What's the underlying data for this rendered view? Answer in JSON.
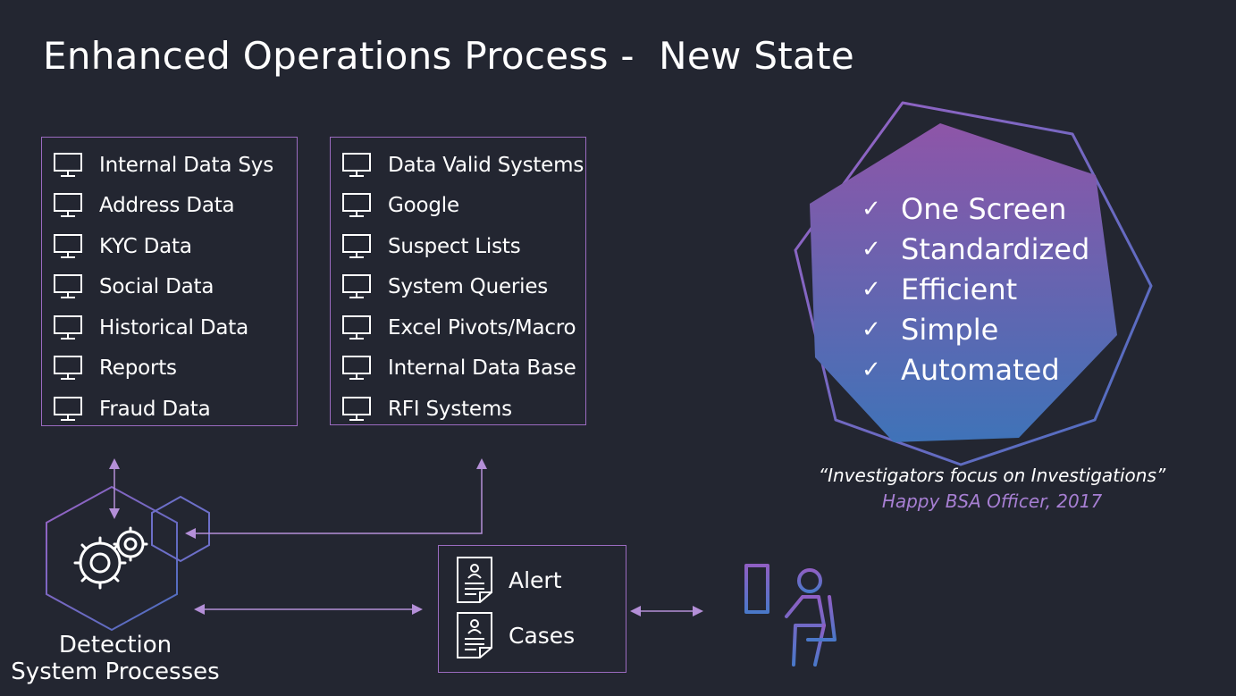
{
  "title": "Enhanced Operations Process -  New State",
  "left_box": {
    "items": [
      {
        "icon": "monitor-icon",
        "label": "Internal Data Sys"
      },
      {
        "icon": "monitor-icon",
        "label": "Address Data"
      },
      {
        "icon": "monitor-icon",
        "label": "KYC Data"
      },
      {
        "icon": "monitor-icon",
        "label": "Social Data"
      },
      {
        "icon": "monitor-icon",
        "label": "Historical Data"
      },
      {
        "icon": "monitor-icon",
        "label": "Reports"
      },
      {
        "icon": "monitor-icon",
        "label": "Fraud Data"
      }
    ]
  },
  "right_box": {
    "items": [
      {
        "icon": "monitor-icon",
        "label": "Data Valid Systems"
      },
      {
        "icon": "monitor-icon",
        "label": "Google"
      },
      {
        "icon": "monitor-icon",
        "label": "Suspect Lists"
      },
      {
        "icon": "monitor-icon",
        "label": "System Queries"
      },
      {
        "icon": "monitor-icon",
        "label": "Excel Pivots/Macro"
      },
      {
        "icon": "monitor-icon",
        "label": "Internal Data Base"
      },
      {
        "icon": "monitor-icon",
        "label": "RFI Systems"
      }
    ]
  },
  "benefits": {
    "check_symbol": "✓",
    "items": [
      "One Screen",
      "Standardized",
      "Efficient",
      "Simple",
      "Automated"
    ]
  },
  "quote": {
    "text": "“Investigators focus on Investigations”",
    "attribution": "Happy BSA Officer, 2017"
  },
  "detection": {
    "label_line1": "Detection",
    "label_line2": "System Processes",
    "icon": "gears-icon"
  },
  "work_items": [
    {
      "icon": "document-icon",
      "label": "Alert"
    },
    {
      "icon": "document-icon",
      "label": "Cases"
    }
  ],
  "investigator_icon": "person-at-computer-icon",
  "colors": {
    "background": "#232631",
    "box_border": "#9b6bc0",
    "arrow": "#b48fd8",
    "hex_gradient_top": "#8e55a8",
    "hex_gradient_bottom": "#3f73b8",
    "attribution": "#a77fd3"
  }
}
